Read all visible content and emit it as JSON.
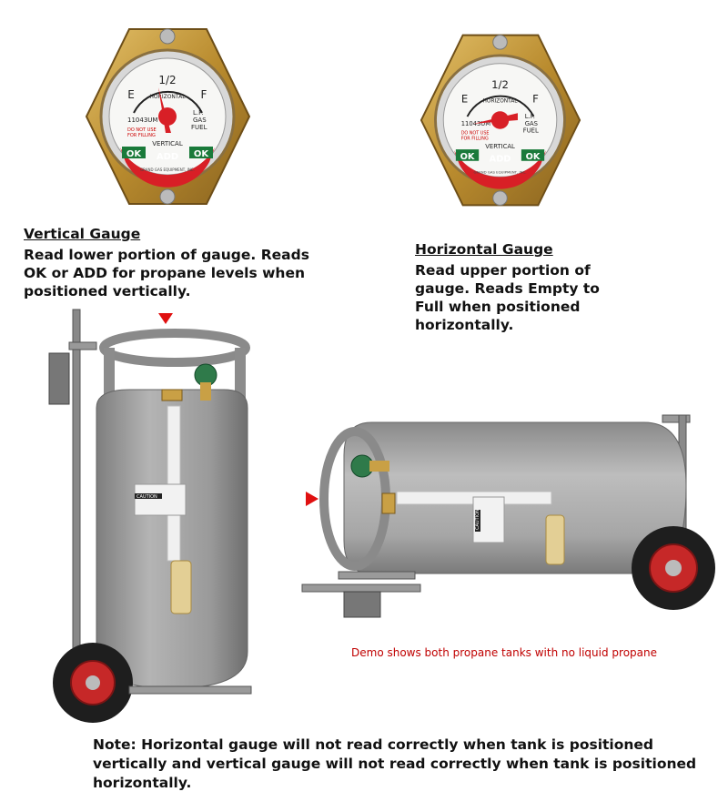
{
  "gauges": {
    "vertical_dial": {
      "top_scale": "1/2",
      "e": "E",
      "f": "F",
      "horizontal": "HORIZONTAL",
      "model": "11043UM",
      "lp": "L.P.",
      "gas": "GAS",
      "fuel": "FUEL",
      "warning1": "DO NOT USE",
      "warning2": "FOR FILLING",
      "vertical": "VERTICAL",
      "ok": "OK",
      "add": "ADD",
      "maker": "GRAND GAS EQUIPMENT, INC."
    },
    "horizontal_dial": {
      "top_scale": "1/2",
      "e": "E",
      "f": "F",
      "horizontal": "HORIZONTAL",
      "model": "11043UM",
      "lp": "L.P.",
      "gas": "GAS",
      "fuel": "FUEL",
      "warning1": "DO NOT USE",
      "warning2": "FOR FILLING",
      "vertical": "VERTICAL",
      "ok": "OK",
      "add": "ADD",
      "maker": "GRAND GAS EQUIPMENT, INC."
    }
  },
  "vertical_section": {
    "heading": "Vertical Gauge",
    "lines": [
      "Read lower portion of gauge. Reads",
      "OK or ADD for propane levels when",
      "positioned vertically."
    ]
  },
  "horizontal_section": {
    "heading": "Horizontal Gauge",
    "lines": [
      "Read upper portion of",
      "gauge. Reads Empty to",
      "Full when positioned",
      "horizontally."
    ]
  },
  "tank_labels": {
    "caution": "CAUTION"
  },
  "demo_note": "Demo shows both propane tanks with no liquid propane",
  "note_lines": [
    "Note: Horizontal gauge will not read correctly when tank is positioned",
    "vertically and vertical gauge will not read correctly when tank is positioned",
    "horizontally."
  ],
  "colors": {
    "tank_gray": "#9a9a9a",
    "brass": "#c49a3c",
    "gauge_red": "#d81f26",
    "ok_green": "#1a7a3a",
    "arrow_red": "#e01010",
    "note_red": "#c00000"
  }
}
